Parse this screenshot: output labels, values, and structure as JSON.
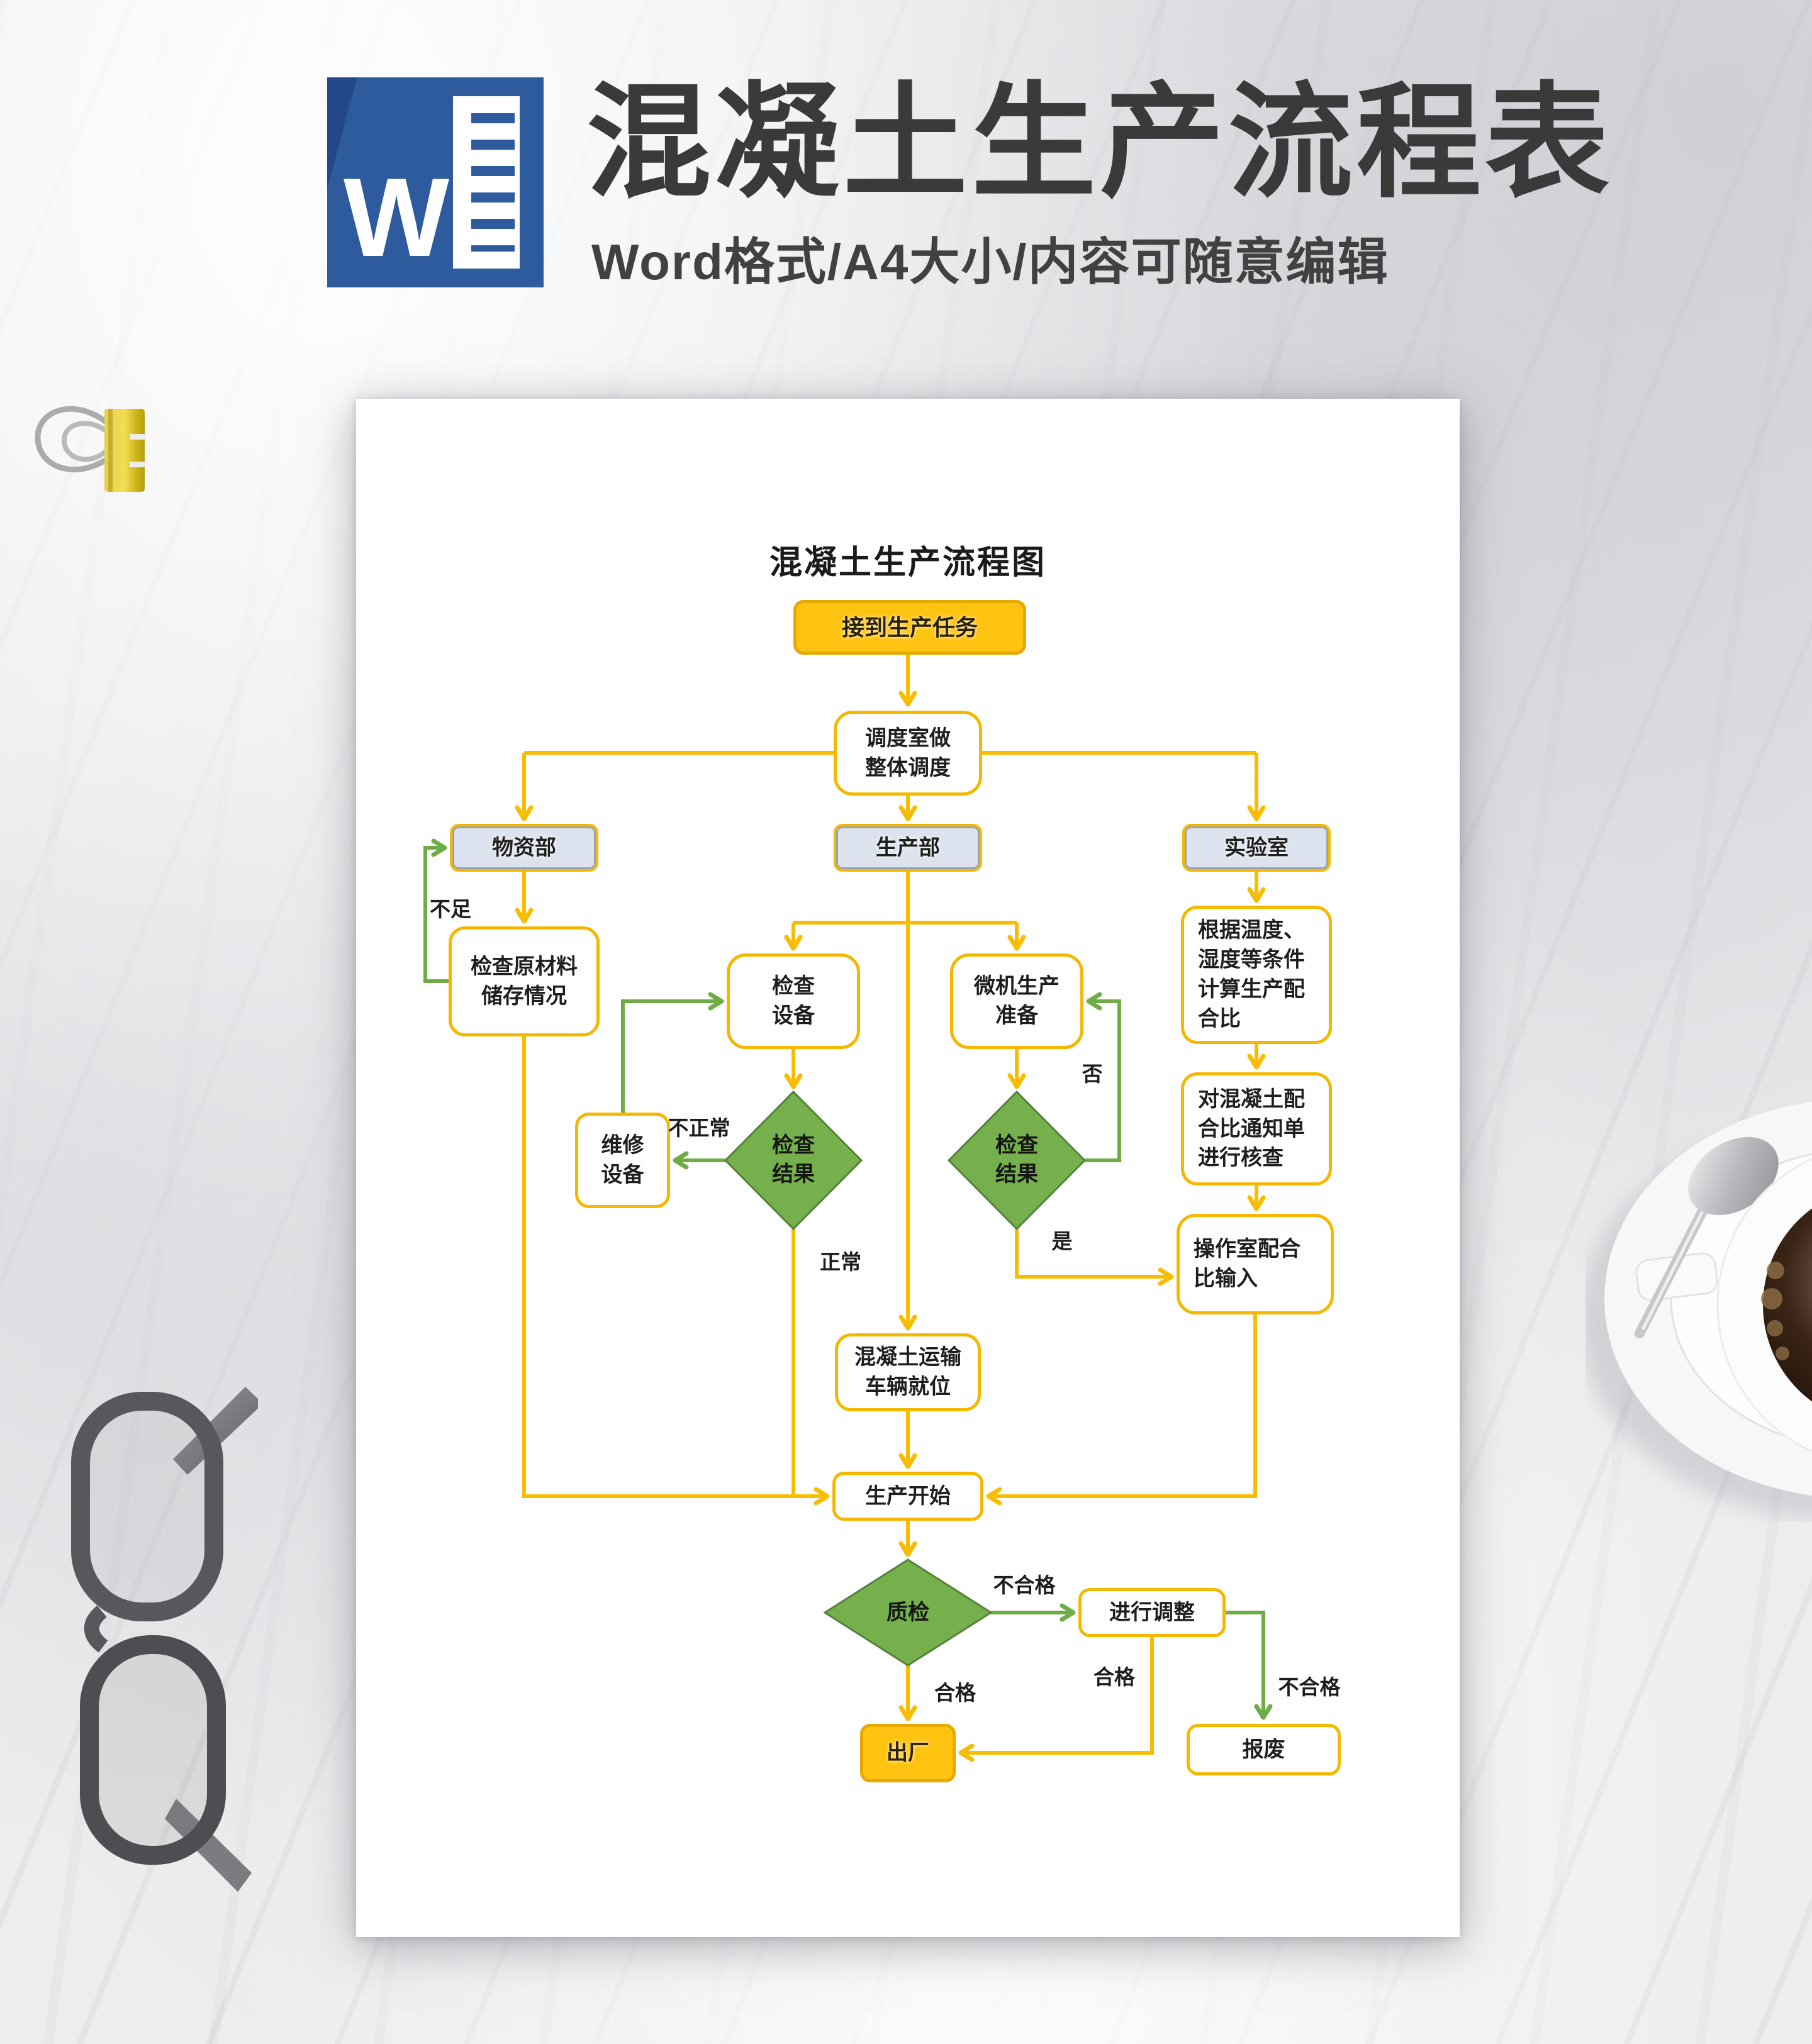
{
  "header": {
    "title": "混凝土生产流程表",
    "subtitle": "Word格式/A4大小/内容可随意编辑",
    "icon_letter": "W"
  },
  "flowchart": {
    "title": "混凝土生产流程图",
    "nodes": {
      "start": {
        "label": "接到生产任务"
      },
      "dispatch": {
        "lines": [
          "调度室做",
          "整体调度"
        ]
      },
      "material_dept": {
        "label": "物资部"
      },
      "production_dept": {
        "label": "生产部"
      },
      "lab": {
        "label": "实验室"
      },
      "check_raw_material": {
        "lines": [
          "检查原材料",
          "储存情况"
        ]
      },
      "check_equipment": {
        "lines": [
          "检查",
          "设备"
        ]
      },
      "computer_production_prep": {
        "lines": [
          "微机生产",
          "准备"
        ]
      },
      "repair_equipment": {
        "lines": [
          "维修",
          "设备"
        ]
      },
      "check_result_left": {
        "lines": [
          "检查",
          "结果"
        ]
      },
      "check_result_right": {
        "lines": [
          "检查",
          "结果"
        ]
      },
      "calc_mix_ratio": {
        "lines": [
          "根据温度、",
          "湿度等条件",
          "计算生产配",
          "合比"
        ]
      },
      "verify_mix_notice": {
        "lines": [
          "对混凝土配",
          "合比通知单",
          "进行核查"
        ]
      },
      "operator_input": {
        "lines": [
          "操作室配合",
          "比输入"
        ]
      },
      "truck_in_place": {
        "lines": [
          "混凝土运输",
          "车辆就位"
        ]
      },
      "production_start": {
        "label": "生产开始"
      },
      "quality_check": {
        "label": "质检"
      },
      "adjust": {
        "label": "进行调整"
      },
      "scrap": {
        "label": "报废"
      },
      "leave_factory": {
        "label": "出厂"
      }
    },
    "edge_labels": {
      "insufficient": "不足",
      "abnormal": "不正常",
      "normal": "正常",
      "no": "否",
      "yes": "是",
      "fail_to_adjust": "不合格",
      "pass_to_leave": "合格",
      "adjust_pass": "合格",
      "adjust_fail": "不合格"
    },
    "colors": {
      "line_yellow": "#F8BC00",
      "line_green": "#6FAC47",
      "node_border": "#F5B800",
      "start_fill": "#FFC411",
      "dept_fill": "#DDE3EE",
      "diamond_fill": "#75B04C",
      "diamond_border": "#55813A",
      "word_blue": "#2E5B9E"
    }
  }
}
